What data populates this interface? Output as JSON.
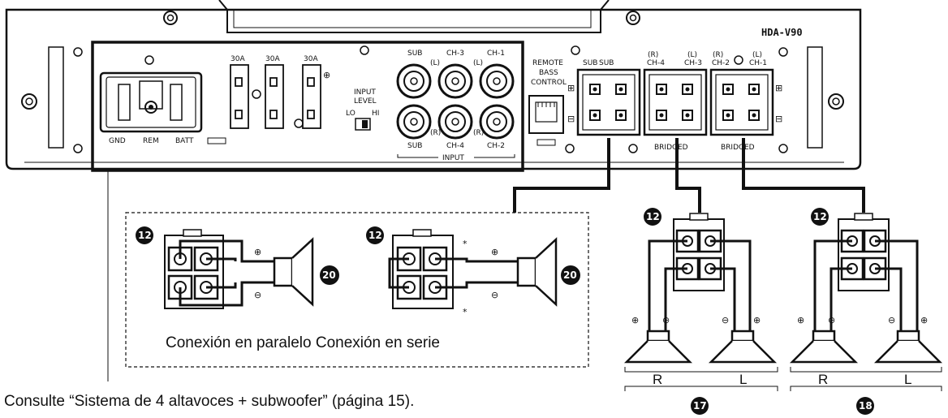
{
  "model": "HDA-V90",
  "power": {
    "gnd": "GND",
    "rem": "REM",
    "batt": "BATT",
    "fuse": "30A"
  },
  "input": {
    "level_title": "INPUT\nLEVEL",
    "lo": "LO",
    "hi": "HI",
    "label": "INPUT",
    "sub_top": "SUB",
    "ch3": "CH-3",
    "ch1": "CH-1",
    "sub_bot": "SUB",
    "ch4": "CH-4",
    "ch2": "CH-2",
    "l": "(L)",
    "r": "(R)"
  },
  "remote": "REMOTE\nBASS\nCONTROL",
  "speaker_out": {
    "sub": "SUB",
    "ch4": "CH-4",
    "ch3": "CH-3",
    "ch2": "CH-2",
    "ch1": "CH-1",
    "r": "(R)",
    "l": "(L)",
    "bridged": "BRIDGED"
  },
  "callouts": {
    "c12": "12",
    "c20": "20",
    "c17": "17",
    "c18": "18"
  },
  "captions": {
    "parallel_series": "Conexión en paralelo Conexión en serie",
    "reference": "Consulte “Sistema de 4 altavoces + subwoofer” (página 15)."
  },
  "channel_labels": {
    "r": "R",
    "l": "L"
  },
  "symbols": {
    "plus": "+",
    "minus": "−",
    "asterisk": "*"
  }
}
